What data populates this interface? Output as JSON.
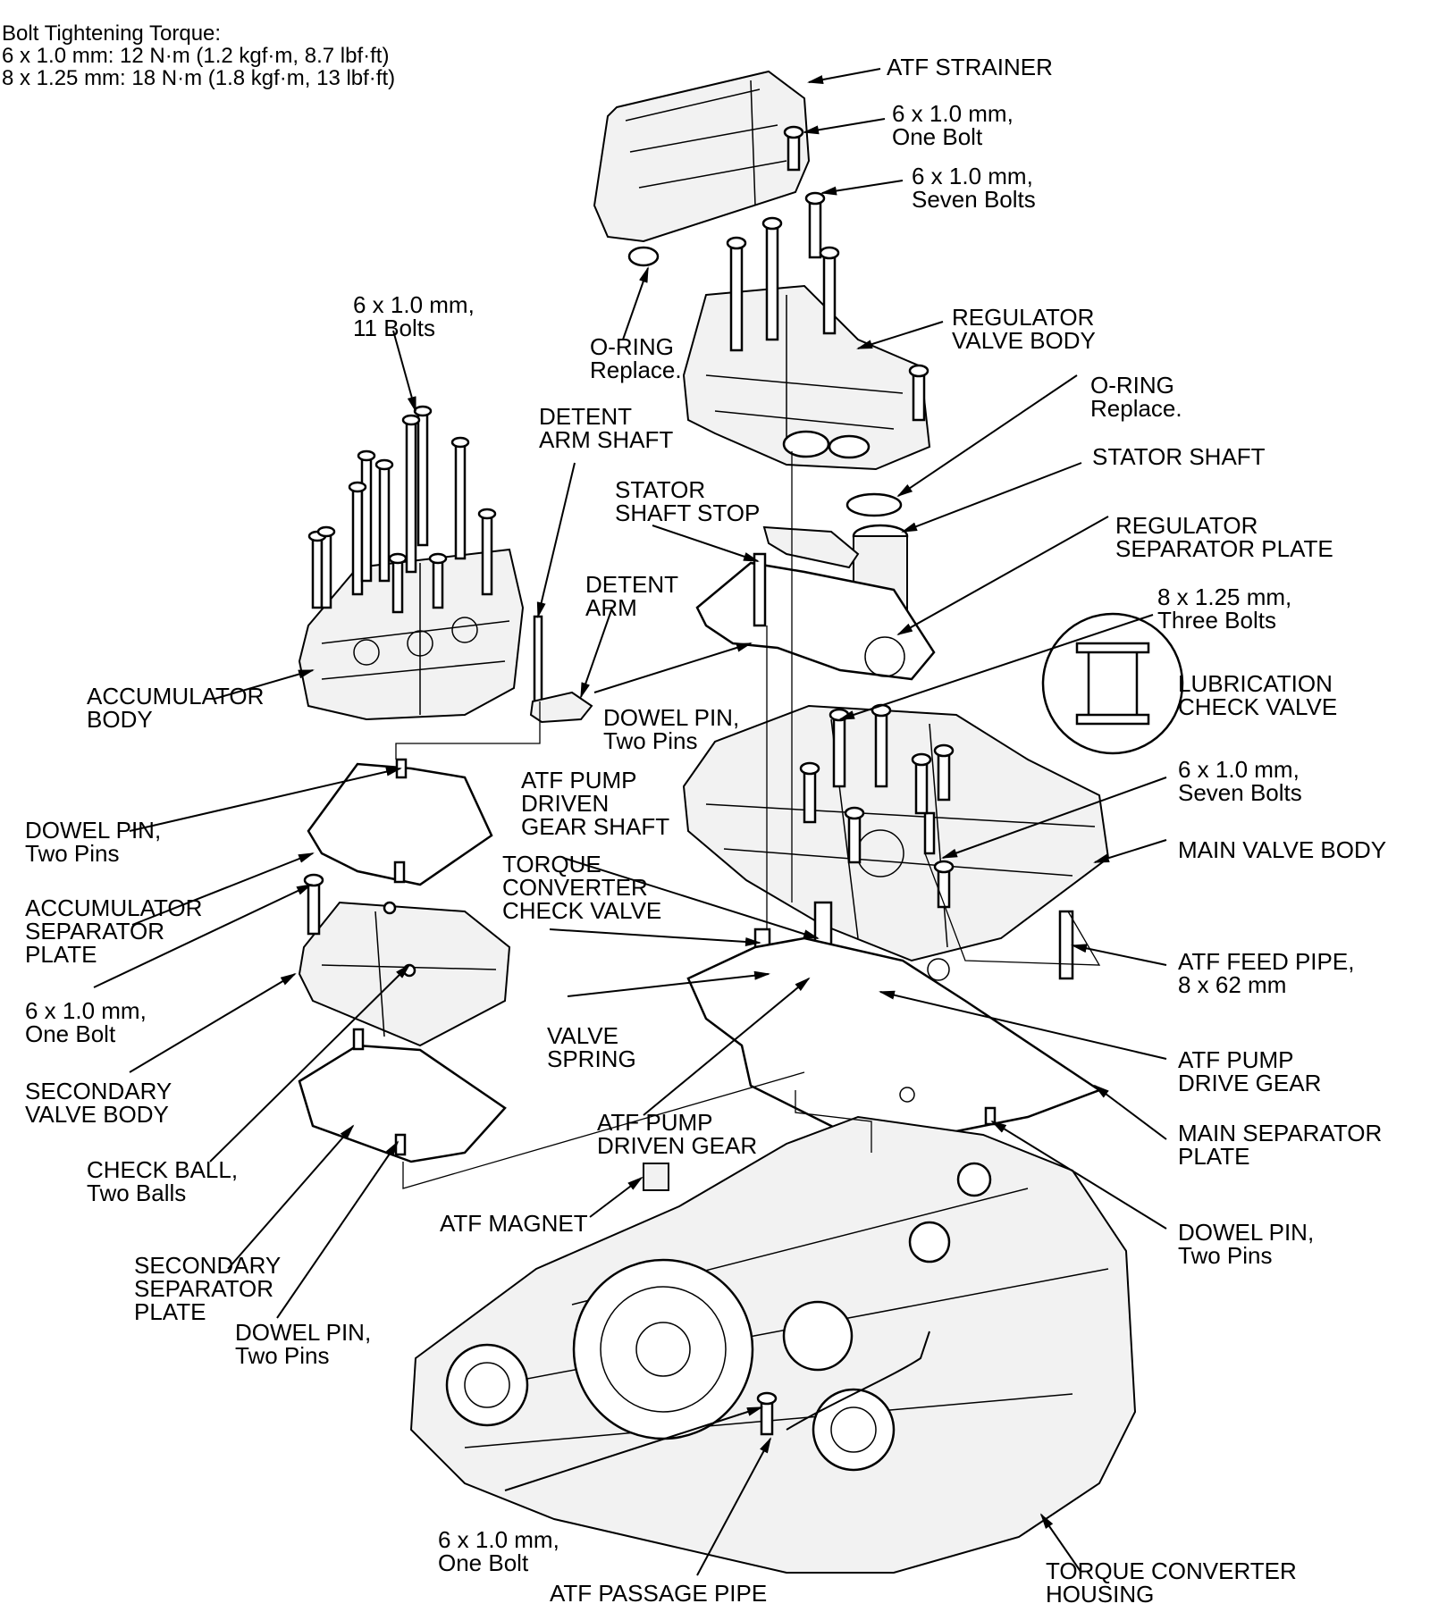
{
  "torque": {
    "title": "Bolt Tightening Torque:",
    "line1": "6 x 1.0 mm: 12 N·m (1.2 kgf·m, 8.7 lbf·ft)",
    "line2": "8 x 1.25 mm: 18 N·m (1.8 kgf·m, 13 lbf·ft)"
  },
  "labels": {
    "atf_strainer": [
      "ATF STRAINER"
    ],
    "strainer_bolt": [
      "6 x 1.0 mm,",
      "One Bolt"
    ],
    "regulator_bolts": [
      "6 x 1.0 mm,",
      "Seven Bolts"
    ],
    "oring_1": [
      "O-RING",
      "Replace."
    ],
    "regulator_valve_body": [
      "REGULATOR",
      "VALVE BODY"
    ],
    "oring_2": [
      "O-RING",
      "Replace."
    ],
    "accumulator_bolts": [
      "6 x 1.0 mm,",
      "11 Bolts"
    ],
    "detent_arm_shaft": [
      "DETENT",
      "ARM SHAFT"
    ],
    "stator_shaft": [
      "STATOR SHAFT"
    ],
    "stator_shaft_stop": [
      "STATOR",
      "SHAFT STOP"
    ],
    "regulator_separator_plate": [
      "REGULATOR",
      "SEPARATOR PLATE"
    ],
    "detent_arm": [
      "DETENT",
      "ARM"
    ],
    "main_bolts": [
      "8 x 1.25 mm,",
      "Three Bolts"
    ],
    "lubrication_check_valve": [
      "LUBRICATION",
      "CHECK VALVE"
    ],
    "accumulator_body": [
      "ACCUMULATOR",
      "BODY"
    ],
    "dowel_pin_upper": [
      "DOWEL PIN,",
      "Two Pins"
    ],
    "main_seven_bolts": [
      "6 x 1.0 mm,",
      "Seven Bolts"
    ],
    "atf_pump_driven_gear_shaft": [
      "ATF PUMP",
      "DRIVEN",
      "GEAR SHAFT"
    ],
    "dowel_pin_left": [
      "DOWEL PIN,",
      "Two Pins"
    ],
    "main_valve_body": [
      "MAIN VALVE BODY"
    ],
    "accumulator_separator_plate": [
      "ACCUMULATOR",
      "SEPARATOR",
      "PLATE"
    ],
    "torque_converter_check_valve": [
      "TORQUE",
      "CONVERTER",
      "CHECK VALVE"
    ],
    "secondary_bolt": [
      "6 x 1.0 mm,",
      "One Bolt"
    ],
    "atf_feed_pipe": [
      "ATF FEED PIPE,",
      "8 x 62 mm"
    ],
    "valve_spring": [
      "VALVE",
      "SPRING"
    ],
    "atf_pump_drive_gear": [
      "ATF PUMP",
      "DRIVE GEAR"
    ],
    "secondary_valve_body": [
      "SECONDARY",
      "VALVE BODY"
    ],
    "atf_pump_driven_gear": [
      "ATF PUMP",
      "DRIVEN GEAR"
    ],
    "main_separator_plate": [
      "MAIN SEPARATOR",
      "PLATE"
    ],
    "check_ball": [
      "CHECK BALL,",
      "Two Balls"
    ],
    "atf_magnet": [
      "ATF MAGNET"
    ],
    "dowel_pin_right": [
      "DOWEL PIN,",
      "Two Pins"
    ],
    "secondary_separator_plate": [
      "SECONDARY",
      "SEPARATOR",
      "PLATE"
    ],
    "dowel_pin_bottom": [
      "DOWEL PIN,",
      "Two Pins"
    ],
    "passage_bolt": [
      "6 x 1.0 mm,",
      "One Bolt"
    ],
    "atf_passage_pipe": [
      "ATF PASSAGE PIPE"
    ],
    "torque_converter_housing": [
      "TORQUE CONVERTER",
      "HOUSING"
    ]
  }
}
